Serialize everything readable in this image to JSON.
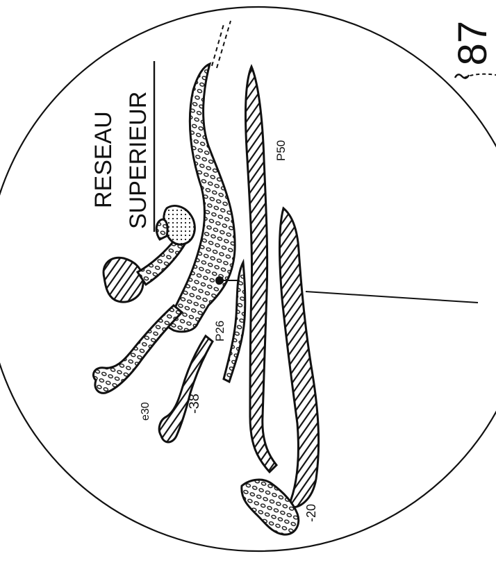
{
  "title_line1": "RESEAU",
  "title_line2": "SUPERIEUR",
  "page_number": "87",
  "labels": {
    "p50": "P50",
    "p26": "P26",
    "m38": "-38",
    "e30": "e30",
    "m20": "-20"
  },
  "colors": {
    "ink": "#111111",
    "paper": "#ffffff"
  }
}
